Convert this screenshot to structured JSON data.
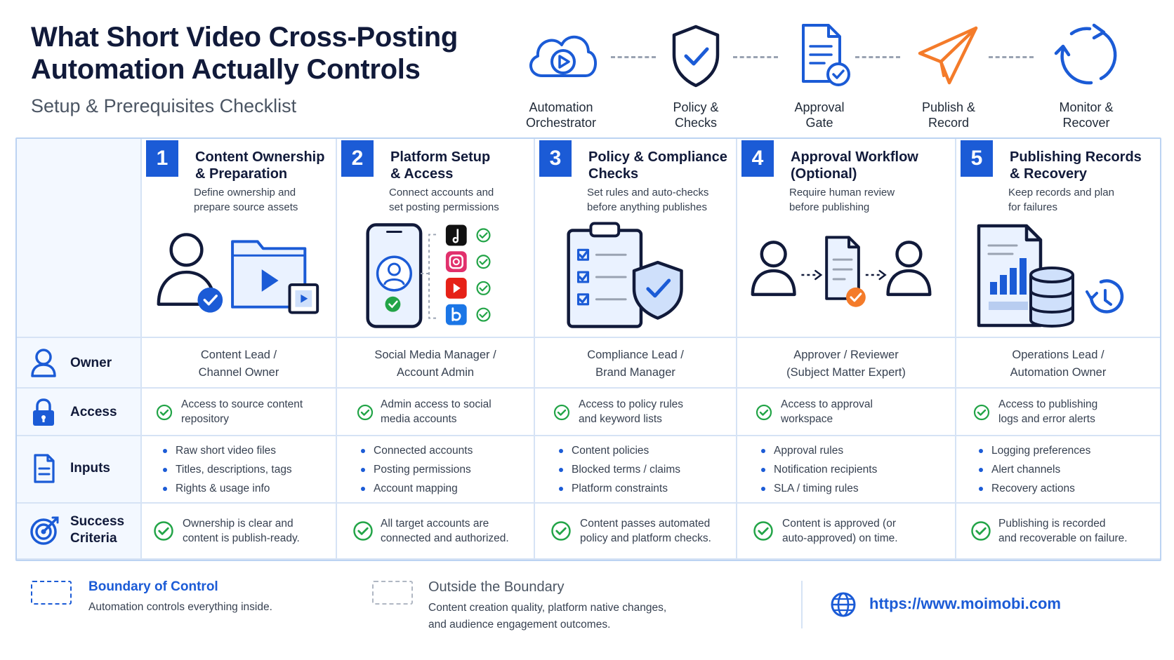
{
  "header": {
    "title_line1": "What Short Video Cross-Posting",
    "title_line2": "Automation Actually Controls",
    "subtitle": "Setup & Prerequisites Checklist"
  },
  "flow": [
    {
      "line1": "Automation",
      "line2": "Orchestrator",
      "icon": "cloud-play-icon"
    },
    {
      "line1": "Policy &",
      "line2": "Checks",
      "icon": "shield-check-icon"
    },
    {
      "line1": "Approval",
      "line2": "Gate",
      "icon": "document-check-icon"
    },
    {
      "line1": "Publish &",
      "line2": "Record",
      "icon": "paper-plane-icon"
    },
    {
      "line1": "Monitor &",
      "line2": "Recover",
      "icon": "refresh-cycle-icon"
    }
  ],
  "rows": {
    "owner": "Owner",
    "access": "Access",
    "inputs": "Inputs",
    "success_line1": "Success",
    "success_line2": "Criteria"
  },
  "columns": [
    {
      "num": "1",
      "title_line1": "Content Ownership",
      "title_line2": "& Preparation",
      "desc_line1": "Define ownership and",
      "desc_line2": "prepare source assets",
      "owner_line1": "Content Lead /",
      "owner_line2": "Channel Owner",
      "access_line1": "Access to source content",
      "access_line2": "repository",
      "inputs": [
        "Raw short video files",
        "Titles, descriptions, tags",
        "Rights & usage info"
      ],
      "success_line1": "Ownership is clear and",
      "success_line2": "content is publish-ready."
    },
    {
      "num": "2",
      "title_line1": "Platform Setup",
      "title_line2": "& Access",
      "desc_line1": "Connect accounts and",
      "desc_line2": "set posting permissions",
      "owner_line1": "Social Media Manager /",
      "owner_line2": "Account Admin",
      "access_line1": "Admin access to social",
      "access_line2": "media accounts",
      "inputs": [
        "Connected accounts",
        "Posting permissions",
        "Account mapping"
      ],
      "success_line1": "All target accounts are",
      "success_line2": "connected and authorized."
    },
    {
      "num": "3",
      "title_line1": "Policy & Compliance",
      "title_line2": "Checks",
      "desc_line1": "Set rules and auto-checks",
      "desc_line2": "before anything publishes",
      "owner_line1": "Compliance Lead /",
      "owner_line2": "Brand Manager",
      "access_line1": "Access to policy rules",
      "access_line2": "and keyword lists",
      "inputs": [
        "Content policies",
        "Blocked terms / claims",
        "Platform constraints"
      ],
      "success_line1": "Content passes automated",
      "success_line2": "policy and platform checks."
    },
    {
      "num": "4",
      "title_line1": "Approval Workflow",
      "title_line2": "(Optional)",
      "desc_line1": "Require human review",
      "desc_line2": "before publishing",
      "owner_line1": "Approver / Reviewer",
      "owner_line2": "(Subject Matter Expert)",
      "access_line1": "Access to approval",
      "access_line2": "workspace",
      "inputs": [
        "Approval rules",
        "Notification recipients",
        "SLA / timing rules"
      ],
      "success_line1": "Content is approved (or",
      "success_line2": "auto-approved) on time."
    },
    {
      "num": "5",
      "title_line1": "Publishing Records",
      "title_line2": "& Recovery",
      "desc_line1": "Keep records and plan",
      "desc_line2": "for failures",
      "owner_line1": "Operations Lead /",
      "owner_line2": "Automation Owner",
      "access_line1": "Access to publishing",
      "access_line2": "logs and error alerts",
      "inputs": [
        "Logging preferences",
        "Alert channels",
        "Recovery actions"
      ],
      "success_line1": "Publishing is recorded",
      "success_line2": "and recoverable on failure."
    }
  ],
  "legend": {
    "inside_title": "Boundary of Control",
    "inside_text": "Automation controls everything inside.",
    "outside_title": "Outside the Boundary",
    "outside_text_line1": "Content creation quality, platform native changes,",
    "outside_text_line2": "and audience engagement outcomes.",
    "url": "https://www.moimobi.com"
  },
  "colors": {
    "primary": "#1b5bd6",
    "navy": "#111a3a",
    "success": "#22a447",
    "orange": "#f47b2a",
    "border": "#bcd3f2"
  }
}
